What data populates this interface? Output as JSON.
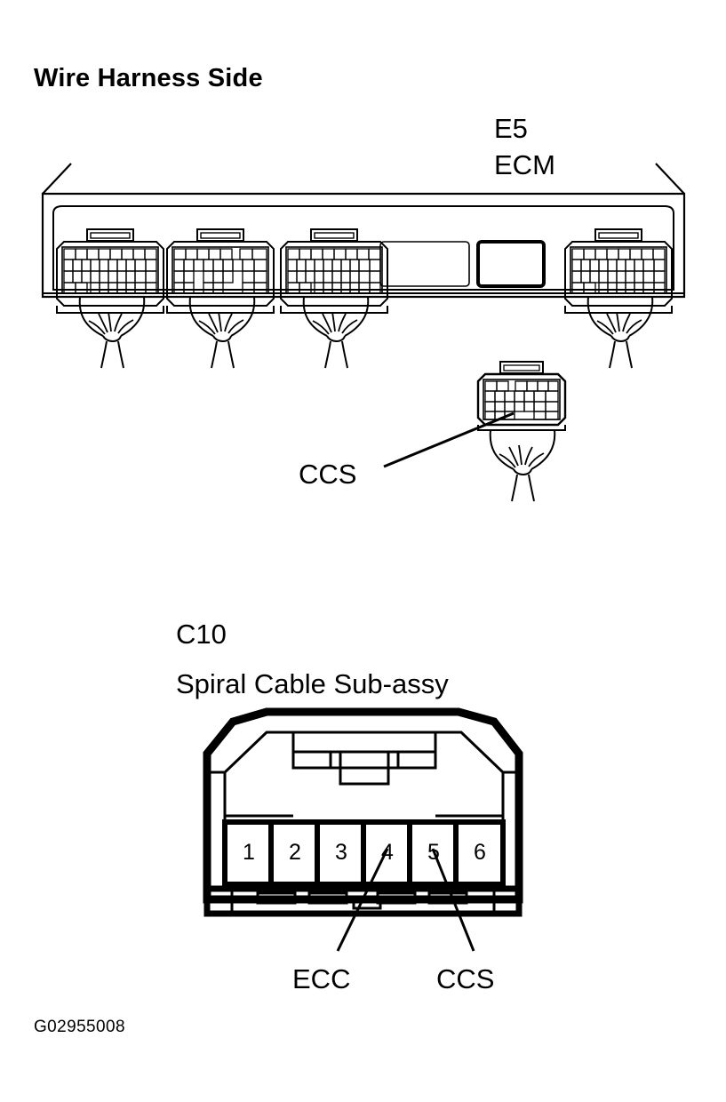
{
  "page": {
    "title": "Wire Harness Side",
    "footer_id": "G02955008",
    "background_color": "#ffffff",
    "ink_color": "#000000"
  },
  "ecm_section": {
    "connector_code": "E5",
    "component_name": "ECM",
    "callout": {
      "label": "CCS",
      "points_to": "standalone connector pin"
    },
    "connector_count": 4,
    "empty_slot_count": 2
  },
  "spiral_cable_section": {
    "connector_code": "C10",
    "component_name": "Spiral Cable Sub-assy",
    "pins": [
      {
        "number": "1",
        "signal": ""
      },
      {
        "number": "2",
        "signal": ""
      },
      {
        "number": "3",
        "signal": ""
      },
      {
        "number": "4",
        "signal": "ECC"
      },
      {
        "number": "5",
        "signal": "CCS"
      },
      {
        "number": "6",
        "signal": ""
      }
    ],
    "callouts": [
      {
        "label": "ECC",
        "pin": "4"
      },
      {
        "label": "CCS",
        "pin": "5"
      }
    ]
  }
}
